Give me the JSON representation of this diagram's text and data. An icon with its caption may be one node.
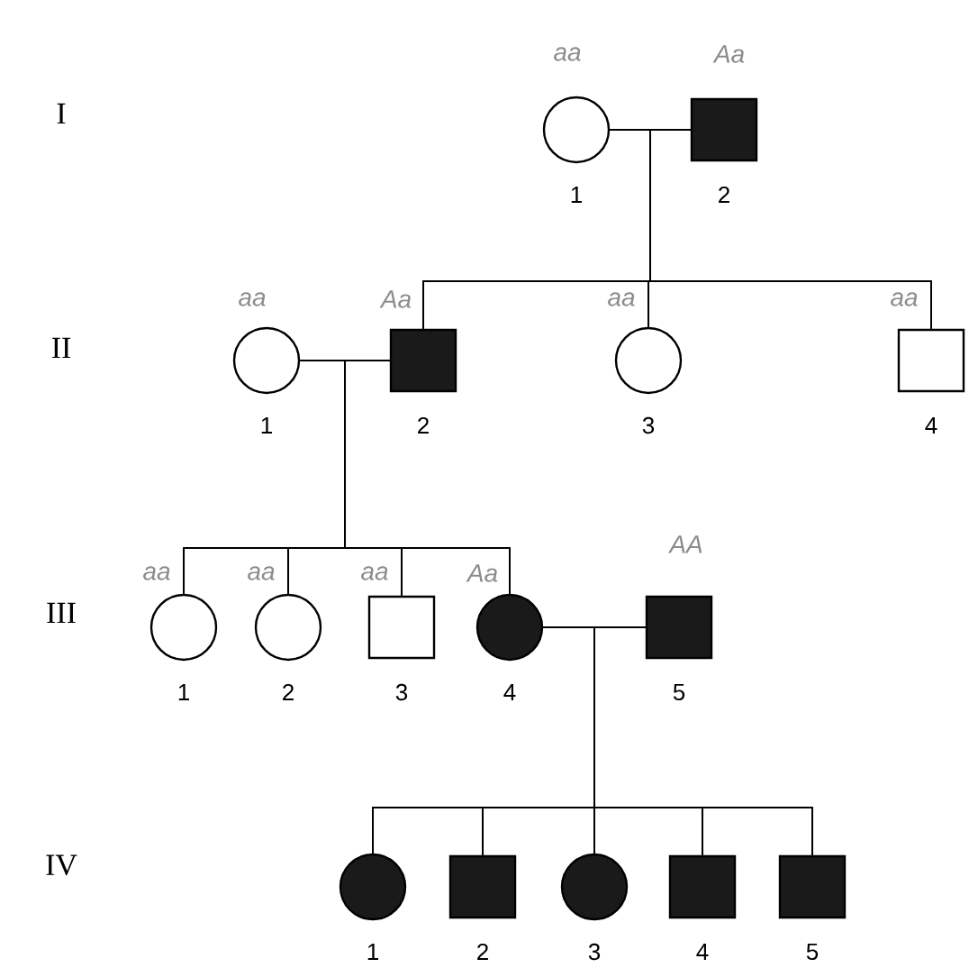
{
  "diagram": {
    "nodes": [
      {
        "text": [],
        "shape": "circle",
        "beside": [
          "1",
          "aa"
        ]
      },
      {
        "text": [],
        "shape": "block",
        "beside": [
          "2",
          "Aa"
        ]
      },
      {
        "text": [],
        "shape": "circle",
        "beside": [
          "1",
          "aa"
        ]
      },
      {
        "text": [],
        "shape": "block",
        "beside": [
          "2",
          "Aa"
        ]
      },
      {
        "text": [],
        "shape": "circle",
        "beside": [
          "3",
          "aa"
        ]
      },
      {
        "text": [],
        "shape": "box",
        "beside": [
          "4",
          "aa"
        ]
      },
      {
        "text": [],
        "shape": "circle",
        "beside": [
          "1",
          "aa"
        ]
      },
      {
        "text": [],
        "shape": "circle",
        "beside": [
          "2",
          "aa"
        ]
      },
      {
        "text": [],
        "shape": "box",
        "beside": [
          "3",
          "aa"
        ]
      },
      {
        "text": [],
        "shape": "disc",
        "beside": [
          "4",
          "Aa"
        ]
      },
      {
        "text": [],
        "shape": "block",
        "beside": [
          "5",
          "AA"
        ]
      },
      {
        "text": [],
        "shape": "disc",
        "beside": [
          "1"
        ]
      },
      {
        "text": [],
        "shape": "block",
        "beside": [
          "2"
        ]
      },
      {
        "text": [],
        "shape": "disc",
        "beside": [
          "3"
        ]
      },
      {
        "text": [],
        "shape": "block",
        "beside": [
          "4"
        ]
      },
      {
        "text": [],
        "shape": "block",
        "beside": [
          "5"
        ]
      }
    ],
    "edges": [
      {
        "from": 0,
        "to": 1,
        "arrow": "none"
      },
      {
        "from": 0,
        "to": 3,
        "arrow": "none"
      },
      {
        "from": 1,
        "to": 3,
        "arrow": "none"
      },
      {
        "from": 0,
        "to": 4,
        "arrow": "none"
      },
      {
        "from": 1,
        "to": 4,
        "arrow": "none"
      },
      {
        "from": 0,
        "to": 5,
        "arrow": "none"
      },
      {
        "from": 1,
        "to": 5,
        "arrow": "none"
      },
      {
        "from": 2,
        "to": 3,
        "arrow": "none"
      },
      {
        "from": 2,
        "to": 6,
        "arrow": "none"
      },
      {
        "from": 3,
        "to": 6,
        "arrow": "none"
      },
      {
        "from": 2,
        "to": 7,
        "arrow": "none"
      },
      {
        "from": 3,
        "to": 7,
        "arrow": "none"
      },
      {
        "from": 2,
        "to": 8,
        "arrow": "none"
      },
      {
        "from": 3,
        "to": 8,
        "arrow": "none"
      },
      {
        "from": 2,
        "to": 9,
        "arrow": "none"
      },
      {
        "from": 3,
        "to": 9,
        "arrow": "none"
      },
      {
        "from": 9,
        "to": 10,
        "arrow": "none"
      },
      {
        "from": 9,
        "to": 11,
        "arrow": "none"
      },
      {
        "from": 10,
        "to": 11,
        "arrow": "none"
      },
      {
        "from": 9,
        "to": 12,
        "arrow": "none"
      },
      {
        "from": 10,
        "to": 12,
        "arrow": "none"
      },
      {
        "from": 9,
        "to": 13,
        "arrow": "none"
      },
      {
        "from": 10,
        "to": 13,
        "arrow": "none"
      },
      {
        "from": 9,
        "to": 14,
        "arrow": "none"
      },
      {
        "from": 10,
        "to": 14,
        "arrow": "none"
      },
      {
        "from": 9,
        "to": 15,
        "arrow": "none"
      },
      {
        "from": 10,
        "to": 15,
        "arrow": "none"
      }
    ],
    "labels": [
      "I",
      "II",
      "III",
      "IV"
    ]
  }
}
